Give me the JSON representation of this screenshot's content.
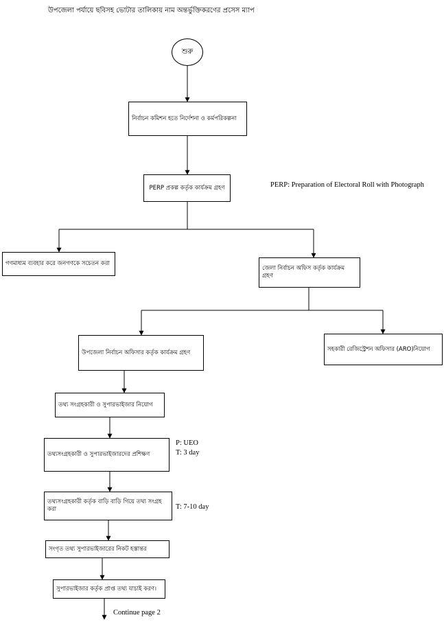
{
  "title": "উপজেলা পর্যায়ে ছবিসহ ভোটার তালিকায় নাম অন্তর্ভুক্তিকরণের প্রসেস ম্যাপ",
  "nodes": {
    "start": "শুরু",
    "ec_direction": "নির্বাচন কমিশন হতে নির্দেশনা ও কর্মপরিকল্পনা",
    "perp_project": "PERP প্রকল্প কর্তৃক কার্যক্রম গ্রহণ",
    "mass_media": "গণমাধ্যম ব্যবহার করে জনগণকে সচেতন করা",
    "district_office": "জেলা নির্বাচন অফিস কর্তৃক কার্যক্রম গ্রহণ",
    "upazila_officer": "উপজেলা নির্বাচন অফিসার কর্তৃক কার্যক্রম গ্রহণ",
    "aro_appointment": "সহকারী রেজিস্ট্রেশন অফিসার (ARO)নিয়োগ",
    "collector_appointment": "তথ্য সংগ্রহকারী ও সুপারভাইজার নিয়োগ",
    "training": "তথ্যসংগ্রহকারী ও সুপারভাইজারদের প্রশিক্ষণ",
    "house_visit": "তথ্যসংগ্রহকারী কর্তৃক বাড়ি বাড়ি গিয়ে তথ্য সংগ্রহ করা",
    "handover": "সংগৃত তথ্য সুপারভাইজারের নিকট হস্তান্তর",
    "verification": "সুপারভাইজার কর্তৃক প্রাপ্ত তথ্য যাচাই করণ।"
  },
  "notes": {
    "perp_definition": "PERP: Preparation of Electoral Roll with Photograph",
    "training_p": "P: UEO",
    "training_t": "T: 3 day",
    "collection_t": "T: 7-10 day",
    "continue": "Continue page 2"
  }
}
